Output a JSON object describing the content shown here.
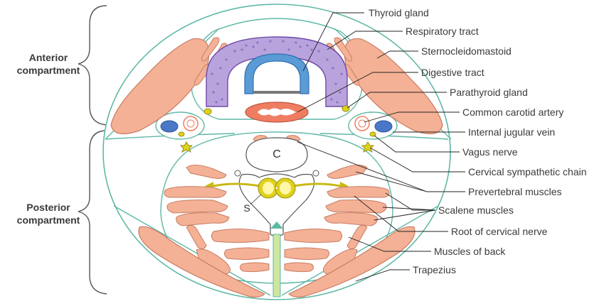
{
  "compartments": {
    "anterior_line1": "Anterior",
    "anterior_line2": "compartment",
    "posterior_line1": "Posterior",
    "posterior_line2": "compartment"
  },
  "labels": [
    "Thyroid gland",
    "Respiratory tract",
    "Sternocleidomastoid",
    "Digestive tract",
    "Parathyroid gland",
    "Common carotid artery",
    "Internal jugular vein",
    "Vagus nerve",
    "Cervical sympathetic chain",
    "Prevertebral muscles",
    "Scalene muscles",
    "Root of cervical nerve",
    "Muscles of back",
    "Trapezius"
  ],
  "inline_labels": {
    "vertebral_body": "C",
    "spinal_cord": "S"
  },
  "colors": {
    "fascia": "#5fb8a6",
    "muscle": "#f4b195",
    "muscle_stroke": "#c77c63",
    "thyroid": "#b9a3dd",
    "trachea": "#5b9bd5",
    "esophagus": "#ef7d62",
    "vein": "#4a78c8",
    "nerve": "#e0d21b",
    "leader": "#222222"
  }
}
